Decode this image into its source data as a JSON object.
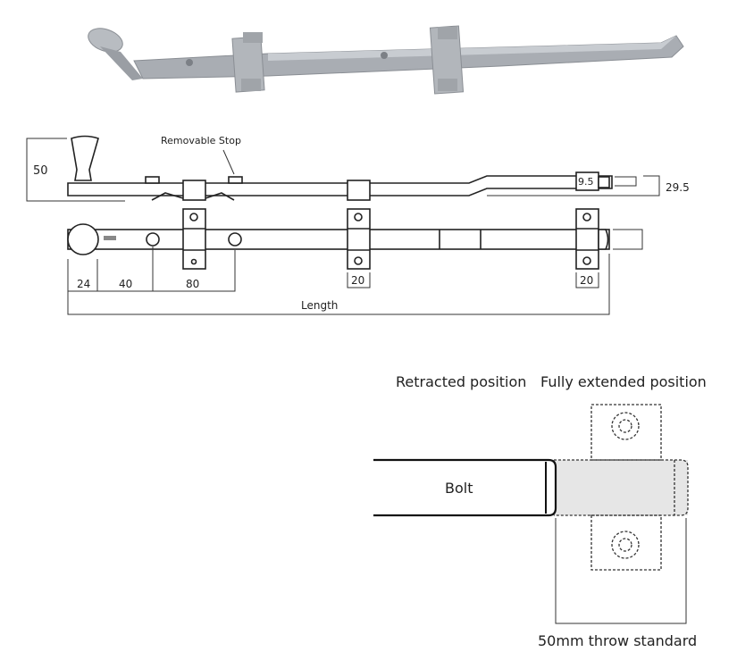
{
  "diagram": {
    "labels": {
      "removable_stop": "Removable Stop",
      "length": "Length",
      "retracted": "Retracted position",
      "extended": "Fully extended position",
      "bolt": "Bolt",
      "throw": "50mm throw standard"
    },
    "dimensions": {
      "height": "50",
      "knob_offset": "24",
      "first_hole": "40",
      "hole_spacing": "80",
      "keep_width_1": "20",
      "keep_width_2": "20",
      "bolt_end": "9.5",
      "bolt_offset": "29.5"
    },
    "colors": {
      "photo_metal": "#a9adb3",
      "extended_fill": "#e6e6e6"
    }
  }
}
